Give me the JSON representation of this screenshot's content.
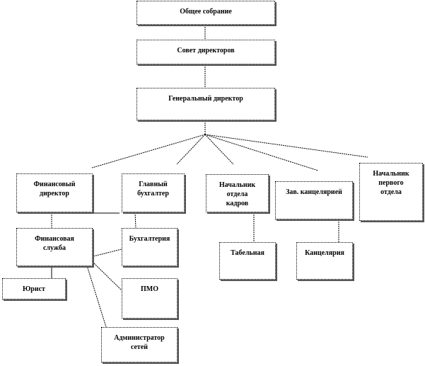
{
  "nodes": {
    "general_meeting": "Общее собрание",
    "board": "Совет директоров",
    "ceo": "Генеральный директор",
    "fin_director": "Финансовый директор",
    "chief_accountant": "Главный бухгалтер",
    "hr_head": "Начальник отдела кадров",
    "office_head": "Зав. канцелярией",
    "first_dept_head": "Начальник первого отдела",
    "fin_service": "Финансовая служба",
    "accounting": "Бухгалтерия",
    "timekeeping": "Табельная",
    "office": "Канцелярия",
    "lawyer": "Юрист",
    "pmo": "ПМО",
    "net_admin": "Администратор сетей"
  }
}
